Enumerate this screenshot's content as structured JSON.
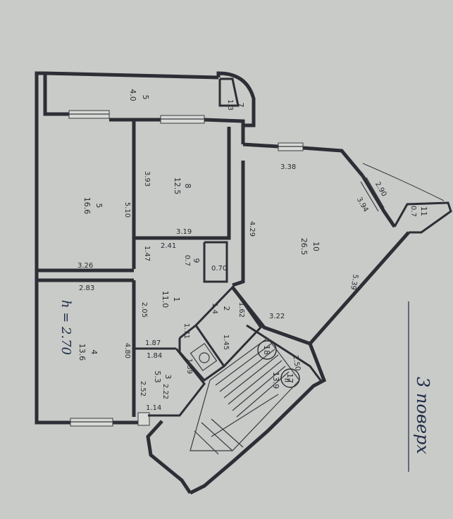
{
  "caption": "3 поверх",
  "height_note": "h = 2.70",
  "rooms": [
    {
      "id": "1",
      "area": "11.0"
    },
    {
      "id": "2",
      "area": "1.4"
    },
    {
      "id": "3",
      "area": "5.3"
    },
    {
      "id": "4",
      "area": "13.6"
    },
    {
      "id": "5",
      "area": "16.6"
    },
    {
      "id": "6",
      "area": "4.0"
    },
    {
      "id": "7",
      "area": "1.3"
    },
    {
      "id": "8",
      "area": "12.5"
    },
    {
      "id": "9",
      "area": "0.7"
    },
    {
      "id": "10",
      "area": "26.5"
    },
    {
      "id": "11",
      "area": "0.7"
    },
    {
      "id": "II",
      "area": "13.9"
    }
  ],
  "dimensions": [
    "3.26",
    "5.10",
    "2.83",
    "2.05",
    "4.80",
    "1.87",
    "1.84",
    "2.52",
    "1.14",
    "3.93",
    "3.19",
    "2.41",
    "1.47",
    "1.71",
    "1.45",
    "1.39",
    "2.22",
    "4.29",
    "0.70",
    "1.62",
    "3.22",
    "5.39",
    "3.38",
    "2.90",
    "3.94",
    "2.50"
  ],
  "markers": [
    "18",
    "17"
  ]
}
